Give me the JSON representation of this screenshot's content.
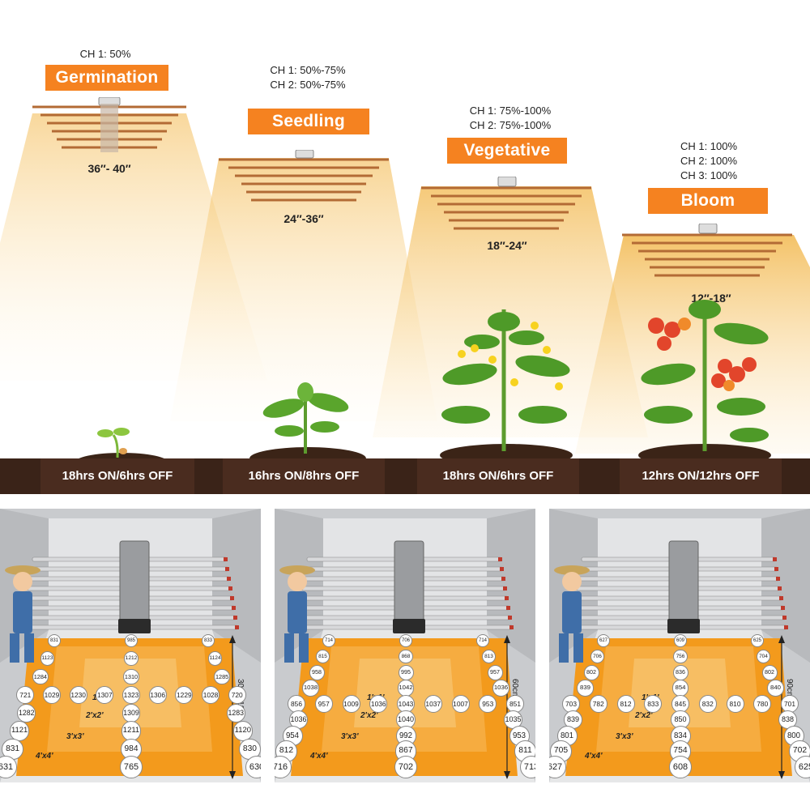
{
  "stages": [
    {
      "name": "Germination",
      "channels": [
        "CH 1: 50%"
      ],
      "distance": "36″- 40″",
      "timer": "18hrs ON/6hrs OFF"
    },
    {
      "name": "Seedling",
      "channels": [
        "CH 1: 50%-75%",
        "CH 2: 50%-75%"
      ],
      "distance": "24″-36″",
      "timer": "16hrs ON/8hrs OFF"
    },
    {
      "name": "Vegetative",
      "channels": [
        "CH 1: 75%-100%",
        "CH 2: 75%-100%"
      ],
      "distance": "18″-24″",
      "timer": "18hrs ON/6hrs OFF"
    },
    {
      "name": "Bloom",
      "channels": [
        "CH 1: 100%",
        "CH 2: 100%",
        "CH 3: 100%"
      ],
      "distance": "12″-18″",
      "timer": "12hrs ON/12hrs OFF"
    }
  ],
  "ppfd_maps": [
    {
      "height": "30cm/12\"",
      "ring_labels": [
        "1'x1'",
        "2'x2'",
        "3'x3'",
        "4'x4'"
      ],
      "rows": [
        [
          "831",
          "985",
          "833"
        ],
        [
          "1123",
          "1212",
          "1124"
        ],
        [
          "1284",
          "1310",
          "1285"
        ],
        [
          "721",
          "1029",
          "1230",
          "1307",
          "1323",
          "1306",
          "1229",
          "1028",
          "720"
        ],
        [
          "1282",
          "1309",
          "1283"
        ],
        [
          "1121",
          "1211",
          "1120"
        ],
        [
          "831",
          "984",
          "830"
        ],
        [
          "631",
          "765",
          "630"
        ]
      ]
    },
    {
      "height": "60cm/24\"",
      "ring_labels": [
        "1'x1'",
        "2'x2'",
        "3'x3'",
        "4'x4'"
      ],
      "rows": [
        [
          "714",
          "706",
          "714"
        ],
        [
          "815",
          "868",
          "813"
        ],
        [
          "958",
          "995",
          "957"
        ],
        [
          "1038",
          "1042",
          "1036"
        ],
        [
          "856",
          "957",
          "1009",
          "1036",
          "1043",
          "1037",
          "1007",
          "953",
          "851"
        ],
        [
          "1036",
          "1040",
          "1035"
        ],
        [
          "954",
          "992",
          "953"
        ],
        [
          "812",
          "867",
          "811"
        ],
        [
          "716",
          "702",
          "713"
        ]
      ]
    },
    {
      "height": "90cm/36\"",
      "ring_labels": [
        "1'x1'",
        "2'x2'",
        "3'x3'",
        "4'x4'"
      ],
      "rows": [
        [
          "627",
          "609",
          "625"
        ],
        [
          "706",
          "756",
          "704"
        ],
        [
          "802",
          "836",
          "802"
        ],
        [
          "839",
          "854",
          "840"
        ],
        [
          "703",
          "782",
          "812",
          "833",
          "845",
          "832",
          "810",
          "780",
          "701"
        ],
        [
          "839",
          "850",
          "838"
        ],
        [
          "801",
          "834",
          "800"
        ],
        [
          "705",
          "754",
          "702"
        ],
        [
          "627",
          "608",
          "625"
        ]
      ]
    }
  ],
  "colors": {
    "stage_badge": "#f58220",
    "soil_band": "#3a2318",
    "light_glow": "#f7c766",
    "ppfd_floor": "#f39a1c"
  }
}
